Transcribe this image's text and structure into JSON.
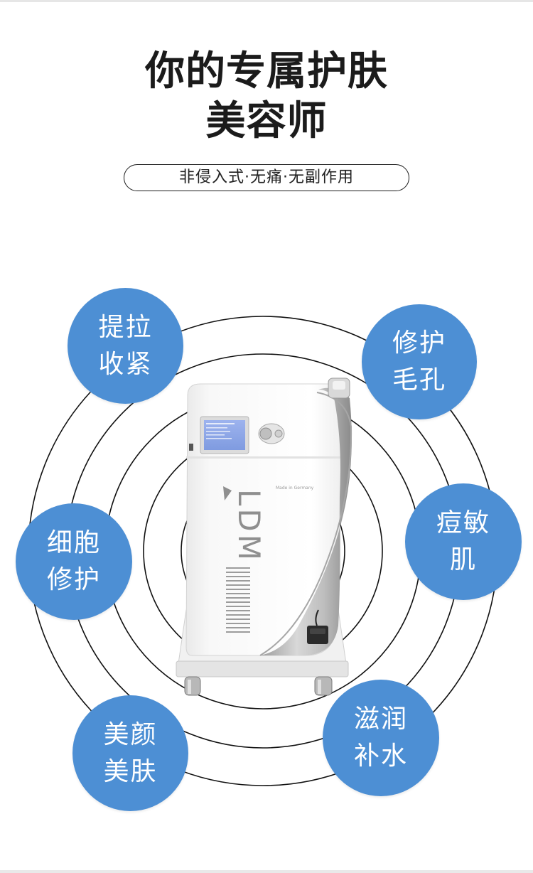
{
  "header": {
    "title_line1": "你的专属护肤",
    "title_line2": "美容师",
    "subtitle": "非侵入式·无痛·无副作用"
  },
  "device": {
    "brand": "LDM",
    "made_in": "Made in Germany"
  },
  "features": [
    {
      "line1": "提拉",
      "line2": "收紧"
    },
    {
      "line1": "修护",
      "line2": "毛孔"
    },
    {
      "line1": "细胞",
      "line2": "修护"
    },
    {
      "line1": "痘敏",
      "line2": "肌"
    },
    {
      "line1": "美颜",
      "line2": "美肤"
    },
    {
      "line1": "滋润",
      "line2": "补水"
    }
  ],
  "colors": {
    "bubble": "#4d8fd4",
    "title": "#1b1b1b",
    "rings": "#111111"
  }
}
